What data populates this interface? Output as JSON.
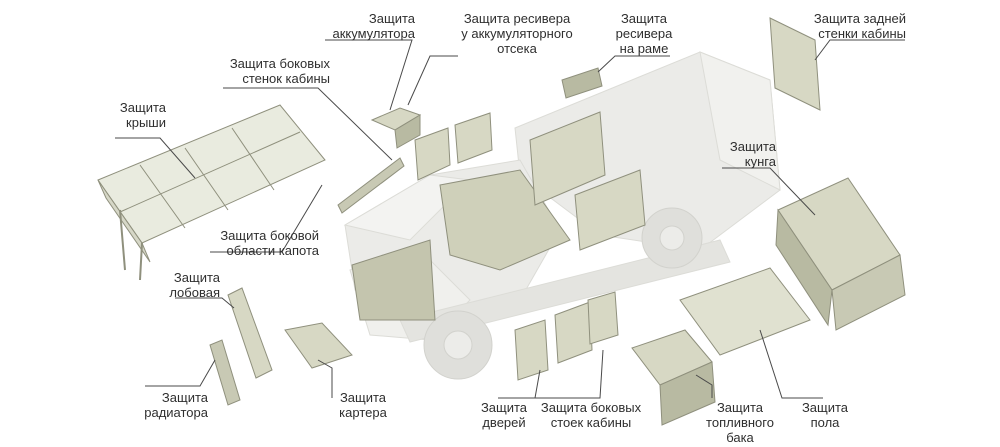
{
  "labels": {
    "battery": [
      "Защита",
      "аккумулятора"
    ],
    "receiver_battery": [
      "Защита ресивера",
      "у аккумуляторного",
      "отсека"
    ],
    "receiver_frame": [
      "Защита",
      "ресивера",
      "на раме"
    ],
    "rear_cab": [
      "Защита задней",
      "стенки кабины"
    ],
    "side_cab": [
      "Защита боковых",
      "стенок кабины"
    ],
    "roof": [
      "Защита",
      "крыши"
    ],
    "hood_side": [
      "Защита боковой",
      "области капота"
    ],
    "kung": [
      "Защита",
      "кунга"
    ],
    "front": [
      "Защита",
      "лобовая"
    ],
    "radiator": [
      "Защита",
      "радиатора"
    ],
    "crankcase": [
      "Защита",
      "картера"
    ],
    "doors": [
      "Защита",
      "дверей"
    ],
    "cab_pillars": [
      "Защита боковых",
      "стоек кабины"
    ],
    "fuel_tank": [
      "Защита",
      "топливного",
      "бака"
    ],
    "floor": [
      "Защита",
      "пола"
    ]
  },
  "colors": {
    "line": "#4a4a4a",
    "panel": "#d7d8c4",
    "panel_dark": "#b8baa2",
    "truck": "#e9e9e6",
    "text": "#2f2f2f"
  }
}
